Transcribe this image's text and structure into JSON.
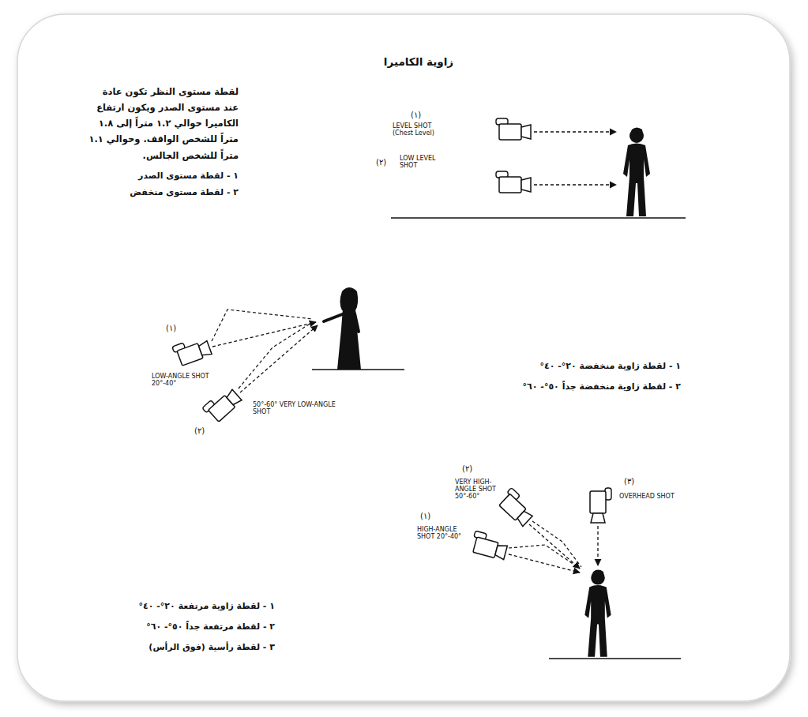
{
  "diagram": {
    "title": "زاوية الكاميرا",
    "labels": [
      "لقطة مستوى النظر تكون عادة عند مستوى الصدر ويكون ارتفاع الكاميرا حوالي ١.٢ متراً إلى ١.٨ متراً للشخص الواقف. وحوالي ١.١ متراً للشخص الجالس.",
      "١ - لقطة مستوى الصدر",
      "٢ - لقطة مستوى منخفض",
      "(١)",
      "LEVEL SHOT (Chest Level)",
      "(٢)",
      "LOW LEVEL SHOT",
      "(١)",
      "LOW-ANGLE SHOT 20°-40°",
      "50°-60° VERY LOW-ANGLE SHOT",
      "(٢)",
      "١ - لقطة زاوية منخفضة ٢٠°- ٤٠°",
      "٢ - لقطة زاوية منخفضة جداً ٥٠°- ٦٠°",
      "(٢)",
      "VERY HIGH-ANGLE SHOT 50°-60°",
      "(١)",
      "HIGH-ANGLE SHOT 20°-40°",
      "(٣)",
      "OVERHEAD SHOT",
      "١ - لقطة زاوية مرتفعة ٢٠°- ٤٠°",
      "٢ - لقطة مرتفعة جداً ٥٠°- ٦٠°",
      "٣ - لقطة رأسية (فوق الرأس)"
    ]
  }
}
